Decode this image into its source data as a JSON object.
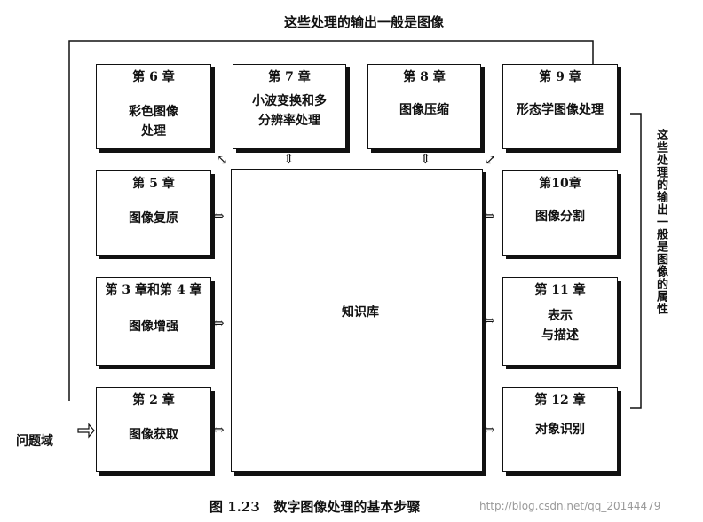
{
  "top_feedback_label": "这些处理的输出一般是图像",
  "right_feedback_label": "这些处理的输出一般是图像的属性",
  "input_label": "问题域",
  "center_label": "知识库",
  "caption": "图 1.23   数字图像处理的基本步骤",
  "watermark": "http://blog.csdn.net/qq_20144479",
  "chapters": {
    "ch6": {
      "title": "第 6 章",
      "body": "彩色图像\n处理"
    },
    "ch7": {
      "title": "第 7 章",
      "body": "小波变换和多\n分辨率处理"
    },
    "ch8": {
      "title": "第 8 章",
      "body": "图像压缩"
    },
    "ch9": {
      "title": "第 9 章",
      "body": "形态学图像处理"
    },
    "ch5": {
      "title": "第 5 章",
      "body": "图像复原"
    },
    "ch3_4": {
      "title": "第 3 章和第 4 章",
      "body": "图像增强"
    },
    "ch2": {
      "title": "第 2 章",
      "body": "图像获取"
    },
    "ch10": {
      "title": "第10章",
      "body": "图像分割"
    },
    "ch11": {
      "title": "第 11 章",
      "body": "表示\n与描述"
    },
    "ch12": {
      "title": "第 12 章",
      "body": "对象识别"
    }
  }
}
